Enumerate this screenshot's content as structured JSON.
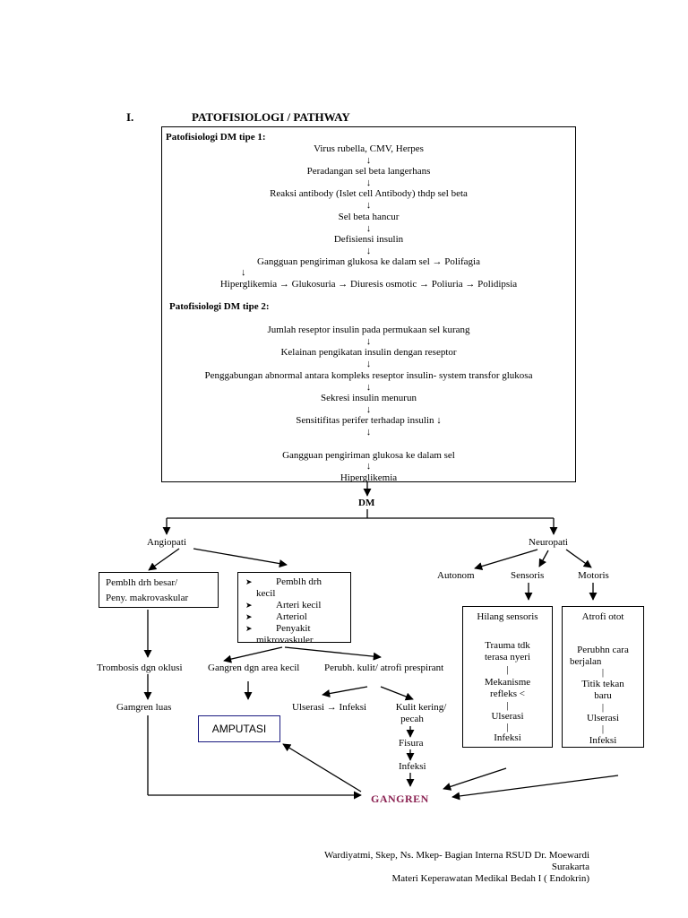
{
  "heading": {
    "number": "I.",
    "title": "PATOFISIOLOGI / PATHWAY"
  },
  "dm1": {
    "title": "Patofisiologi DM tipe 1:",
    "steps": [
      "Virus rubella, CMV, Herpes",
      "Peradangan sel beta langerhans",
      "Reaksi antibody (Islet cell Antibody) thdp sel beta",
      "Sel beta hancur",
      "Defisiensi insulin",
      "Gangguan pengiriman glukosa ke dalam sel → Polifagia",
      "Hiperglikemia → Glukosuria → Diuresis osmotic → Poliuria → Polidipsia"
    ]
  },
  "dm2": {
    "title": "Patofisiologi DM tipe 2:",
    "steps": [
      "Jumlah reseptor insulin pada permukaan sel kurang",
      "Kelainan pengikatan insulin dengan reseptor",
      "Penggabungan abnormal antara kompleks  reseptor insulin- system transfor glukosa",
      "Sekresi insulin menurun",
      "Sensitifitas perifer terhadap insulin ↓",
      "Gangguan pengiriman glukosa ke dalam sel",
      "Hiperglikemia"
    ]
  },
  "arrow_down": "↓",
  "dm": "DM",
  "angiopati": "Angiopati",
  "neuropati": "Neuropati",
  "makro": {
    "line1": "Pemblh drh besar/",
    "line2": "Peny. makrovaskular"
  },
  "mikro": {
    "items": [
      "Pemblh drh kecil",
      "Arteri kecil",
      "Arteriol",
      "Penyakit mikrovaskuler"
    ],
    "bullet": "➤"
  },
  "autonom": "Autonom",
  "sensoris": "Sensoris",
  "motoris": "Motoris",
  "sensoris_box": [
    "Hilang sensoris",
    "Trauma tdk terasa nyeri",
    "Mekanisme refleks <",
    "Ulserasi",
    "Infeksi"
  ],
  "motoris_box": [
    "Atrofi otot",
    "Perubhn cara berjalan",
    "Titik tekan baru",
    "Ulserasi",
    "Infeksi"
  ],
  "trombosis": "Trombosis dgn oklusi",
  "gangren_luas": "Gamgren luas",
  "gangren_area": "Gangren dgn area kecil",
  "perubh": "Perubh. kulit/ atrofi prespirant",
  "amputasi": "AMPUTASI",
  "ulserasi_infeksi": "Ulserasi → Infeksi",
  "kulit_kering": "Kulit kering/ pecah",
  "fisura": "Fisura",
  "infeksi": "Infeksi",
  "gangren": "GANGREN",
  "footer": {
    "line1": "Wardiyatmi, Skep, Ns. Mkep- Bagian Interna RSUD Dr. Moewardi",
    "line2": "Surakarta",
    "line3": "Materi Keperawatan Medikal Bedah I ( Endokrin)"
  },
  "colors": {
    "gangren": "#8b2252",
    "amputasi_border": "#1a1a80"
  }
}
